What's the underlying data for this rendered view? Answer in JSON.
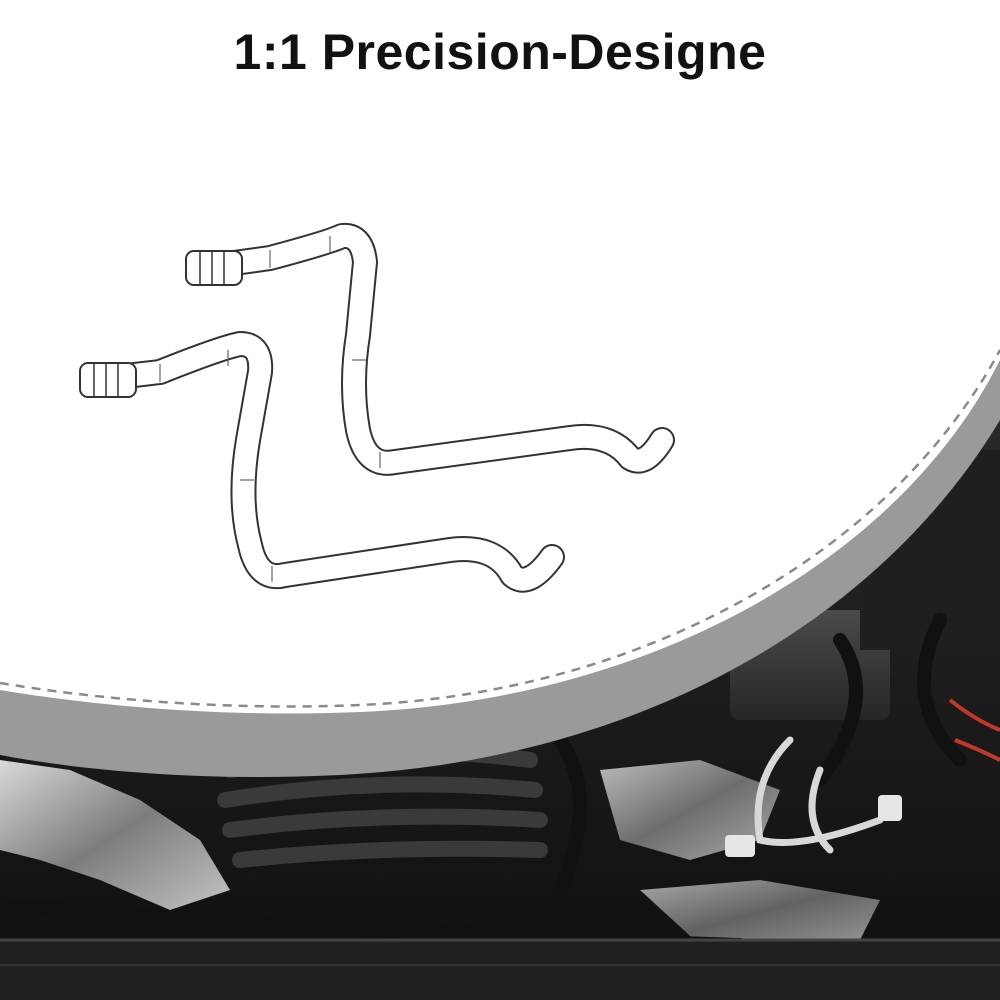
{
  "headline": "1:1 Precision-Designe",
  "colors": {
    "background": "#ffffff",
    "headline": "#111111",
    "band": "#9a9a9a",
    "dashed_seam": "#8a8a8a",
    "hose_outline": "#333333",
    "engine_bay_dark": "#1a1a1a",
    "heat_shield": "#a8a8a8"
  },
  "scene": {
    "top_panel": "line drawing of two bent heater hoses",
    "bottom_panel": "photo of vehicle engine bay"
  }
}
